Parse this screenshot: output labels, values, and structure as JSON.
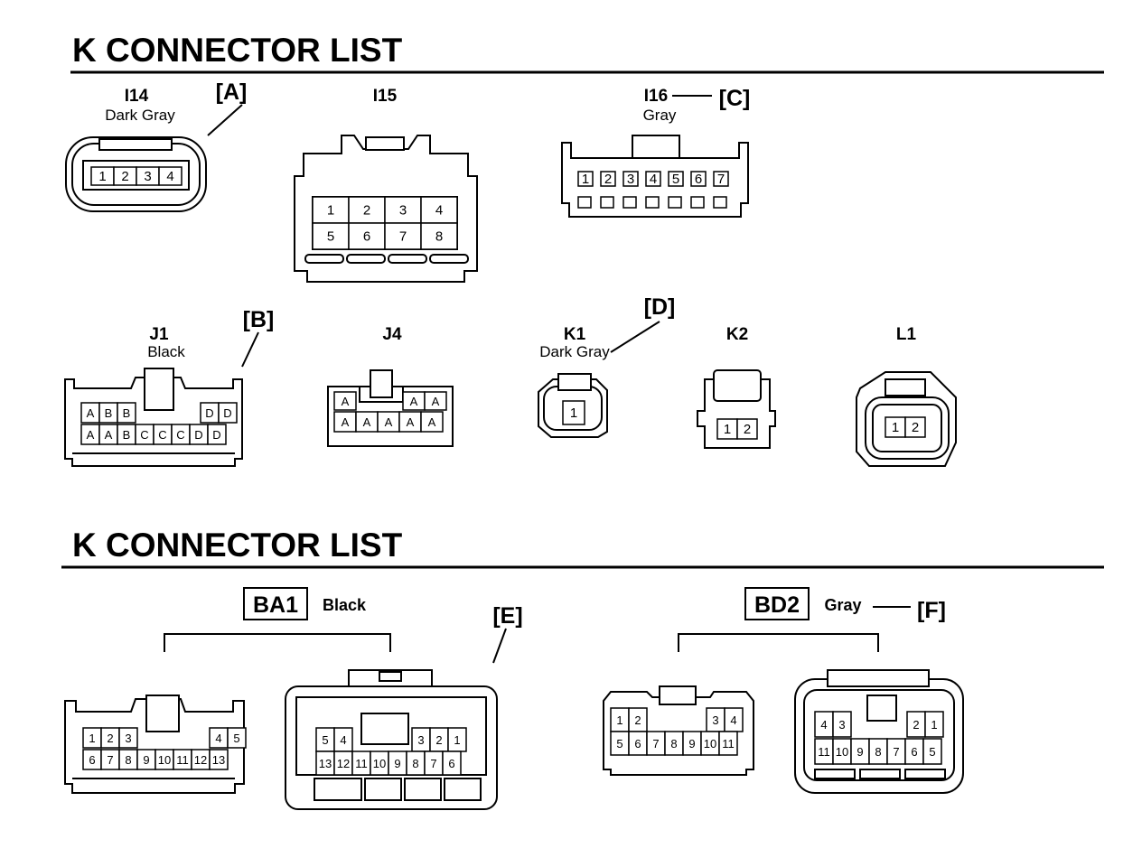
{
  "sections": [
    {
      "title": "K  CONNECTOR LIST"
    },
    {
      "title": "K  CONNECTOR LIST"
    }
  ],
  "connectors": {
    "i14": {
      "code": "I14",
      "color": "Dark Gray",
      "tag": "[A]",
      "pins": [
        "1",
        "2",
        "3",
        "4"
      ]
    },
    "i15": {
      "code": "I15",
      "pins_top": [
        "1",
        "2",
        "3",
        "4"
      ],
      "pins_bottom": [
        "5",
        "6",
        "7",
        "8"
      ]
    },
    "i16": {
      "code": "I16",
      "color": "Gray",
      "tag": "[C]",
      "pins": [
        "1",
        "2",
        "3",
        "4",
        "5",
        "6",
        "7"
      ]
    },
    "j1": {
      "code": "J1",
      "color": "Black",
      "tag": "[B]",
      "pins_top": [
        "A",
        "B",
        "B",
        "D",
        "D"
      ],
      "pins_bottom": [
        "A",
        "A",
        "B",
        "C",
        "C",
        "C",
        "D",
        "D"
      ]
    },
    "j4": {
      "code": "J4",
      "pins_top": [
        "A",
        "A",
        "A"
      ],
      "pins_bottom": [
        "A",
        "A",
        "A",
        "A",
        "A"
      ]
    },
    "k1": {
      "code": "K1",
      "color": "Dark Gray",
      "tag": "[D]",
      "pins": [
        "1"
      ]
    },
    "k2": {
      "code": "K2",
      "pins": [
        "1",
        "2"
      ]
    },
    "l1": {
      "code": "L1",
      "pins": [
        "1",
        "2"
      ]
    },
    "ba1": {
      "code": "BA1",
      "color": "Black",
      "tag": "[E]",
      "left_top": [
        "1",
        "2",
        "3",
        "4",
        "5"
      ],
      "left_bottom": [
        "6",
        "7",
        "8",
        "9",
        "10",
        "11",
        "12",
        "13"
      ],
      "right_top": [
        "5",
        "4",
        "3",
        "2",
        "1"
      ],
      "right_bottom": [
        "13",
        "12",
        "11",
        "10",
        "9",
        "8",
        "7",
        "6"
      ]
    },
    "bd2": {
      "code": "BD2",
      "color": "Gray",
      "tag": "[F]",
      "left_top": [
        "1",
        "2",
        "3",
        "4"
      ],
      "left_bottom": [
        "5",
        "6",
        "7",
        "8",
        "9",
        "10",
        "11"
      ],
      "right_top": [
        "4",
        "3",
        "2",
        "1"
      ],
      "right_bottom": [
        "11",
        "10",
        "9",
        "8",
        "7",
        "6",
        "5"
      ]
    }
  }
}
